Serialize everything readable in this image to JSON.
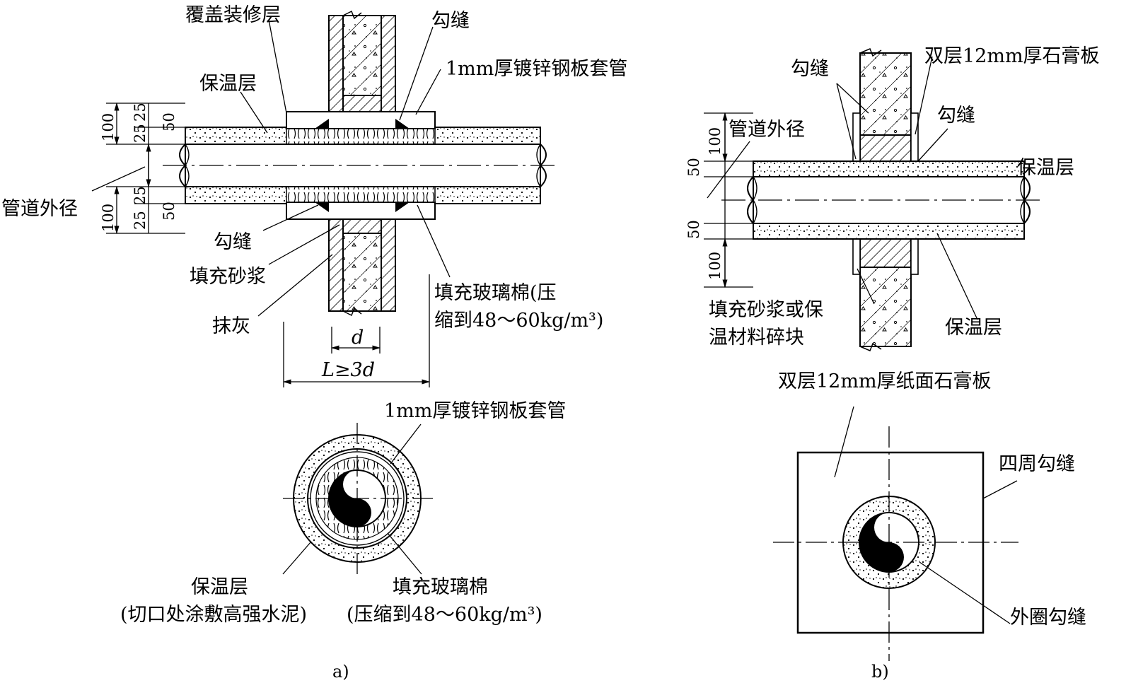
{
  "figure_a": {
    "caption": "a)",
    "labels": {
      "cover_finish": "覆盖装修层",
      "joint_top": "勾缝",
      "sleeve": "1mm厚镀锌钢板套管",
      "insulation": "保温层",
      "pipe_od": "管道外径",
      "joint_bottom": "勾缝",
      "mortar": "填充砂浆",
      "plaster": "抹灰",
      "glass_wool_1": "填充玻璃棉(压",
      "glass_wool_2": "缩到48～60kg/m³)",
      "dim_d": "d",
      "dim_L": "L≥3d"
    },
    "dims": {
      "d100": "100",
      "d25": "25",
      "d50": "50"
    },
    "section": {
      "sleeve": "1mm厚镀锌钢板套管",
      "insulation_1": "保温层",
      "insulation_2": "(切口处涂敷高强水泥)",
      "glass_wool_1": "填充玻璃棉",
      "glass_wool_2": "(压缩到48～60kg/m³)"
    }
  },
  "figure_b": {
    "caption": "b)",
    "labels": {
      "gypsum": "双层12mm厚石膏板",
      "joint_1": "勾缝",
      "joint_2": "勾缝",
      "pipe_od": "管道外径",
      "insulation_right": "保温层",
      "fill_1": "填充砂浆或保",
      "fill_2": "温材料碎块",
      "insulation_bottom": "保温层"
    },
    "dims": {
      "d100": "100",
      "d50": "50"
    },
    "section": {
      "paper_gypsum": "双层12mm厚纸面石膏板",
      "perimeter_joint": "四周勾缝",
      "outer_ring_joint": "外圈勾缝"
    }
  }
}
